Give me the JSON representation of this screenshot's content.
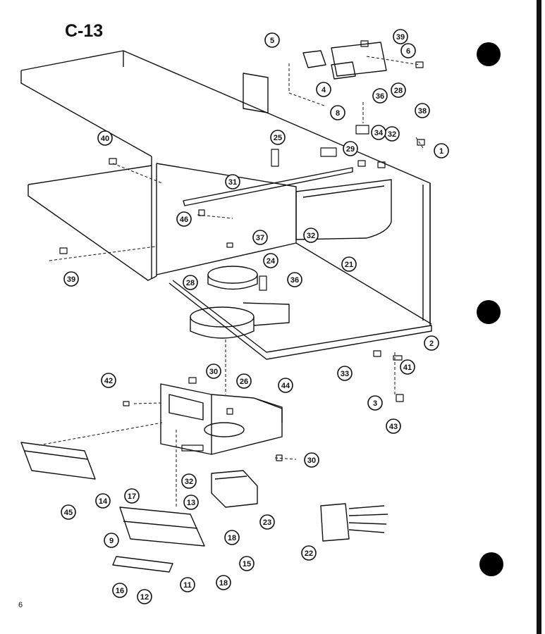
{
  "page": {
    "title": "C-13",
    "page_number": "6"
  },
  "callouts": [
    "1",
    "2",
    "3",
    "4",
    "5",
    "6",
    "8",
    "9",
    "11",
    "12",
    "13",
    "14",
    "15",
    "16",
    "17",
    "18",
    "18",
    "21",
    "22",
    "23",
    "24",
    "25",
    "26",
    "28",
    "28",
    "29",
    "30",
    "30",
    "31",
    "32",
    "32",
    "32",
    "33",
    "34",
    "36",
    "36",
    "37",
    "38",
    "39",
    "39",
    "40",
    "41",
    "42",
    "43",
    "44",
    "45",
    "46"
  ]
}
